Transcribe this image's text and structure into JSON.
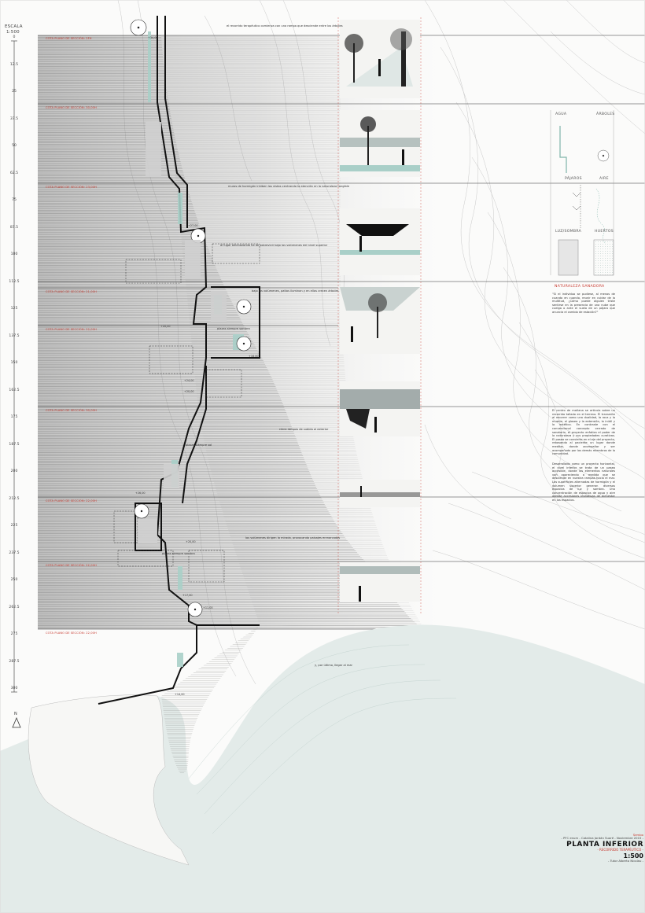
{
  "scale_bar": {
    "label_line1": "ESCALA",
    "label_line2": "1:500",
    "ticks": [
      "0",
      "12.5",
      "25",
      "37.5",
      "50",
      "62.5",
      "75",
      "87.5",
      "100",
      "112.5",
      "125",
      "137.5",
      "150",
      "162.5",
      "175",
      "187.5",
      "200",
      "212.5",
      "225",
      "237.5",
      "250",
      "262.5",
      "275",
      "287.5",
      "300"
    ]
  },
  "north_label": "N",
  "section_cotas": [
    "COTA PLANO DE SECCIÓN: 2FH",
    "COTA PLANO DE SECCIÓN: 30,00H",
    "COTA PLANO DE SECCIÓN: 23,00H",
    "COTA PLANO DE SECCIÓN: 21,00H",
    "COTA PLANO DE SECCIÓN: 22,00H",
    "COTA PLANO DE SECCIÓN: 30,00H",
    "COTA PLANO DE SECCIÓN: 22,00H",
    "COTA PLANO DE SECCIÓN: 22,00H",
    "COTA PLANO DE SECCIÓN: 22,00H"
  ],
  "annotations": [
    "el recorrido terapéutico comienza con una rampa que desciende entre los árboles",
    "muros de hormigón inhiben las vistas centrando la atención en la naturaleza tangible",
    "al lugar amenazando ha de sobrevivir bajo los volúmenes del nivel superior",
    "bajo los volúmenes, patios iluminan y en ellos crecen árboles",
    "plazas siempre sombra",
    "cinco rampas de subida al exterior",
    "plazas siempre sol",
    "los volúmenes dirigen la mirada, provocando paisajes enmarcados",
    "plazas siempre sombra",
    "y, por último, llegar al mar"
  ],
  "levels": [
    "+34,00",
    "+27,00",
    "+20,00",
    "+16,00",
    "+24,00",
    "+20,00",
    "+26,00",
    "+20,00",
    "+17,00",
    "+11,00",
    "+14,00"
  ],
  "legend": {
    "items": [
      "AGUA",
      "ÁRBOLES",
      "PÁJAROS",
      "AIRE",
      "LUZ/SOMBRA",
      "HUERTOS"
    ]
  },
  "concept": {
    "heading": "NATURALEZA SANADORA",
    "text": "\"Si el individuo se pudiese, al menos de cuando en cuando, reunir en cuidar de la multitud, ¿Cómo puede alguien triste sentirse en la presencia de una nube que cuelga o ante el vuelo de un pájaro que anuncia el cambio de estación?\"",
    "body_1": "El centro de mañana se articula sobre un recorrido tallado en el terreno. Él transmite al recorrer como una dualidad, la roca y la muerte, el glaseo y la extensión, lo inútil y lo estético. En contraste con el convencional concepto cerrado de sanatorio, el proyecto enfatiza el poder de la naturaleza y sus propiedades curativas. El paseo se convierte en el eje del proyecto, rebosando al paciente un lugar donde meditar, donde acompañar y ser acompañado por las demás miembros de la comunidad.",
    "body_2": "Desarrollado como un proyecto horizontal, el nivel inferior se trata de un paseo accesible, donde los elementos naturales van apareciendo a medida que se desciende en nuestra rampas hacia el mar. Las superficies alternadas de hormigón y el volumen superior generan diversos espacios de luz y sombra. Una concentración de espacios de agua y aire admite accesiones levitativas de bienestar en los espacios."
  },
  "title_block": {
    "line1": "Sembo",
    "line2": "- PFC enum - Catalina Jordán Suaré - Noviembre 2015 -",
    "line3": "- RECORRIDO TERAPÉUTICO -",
    "title": "PLANTA INFERIOR",
    "scale": "1:500",
    "tutor": "- Tutor Alberto Nicolau -"
  },
  "colors": {
    "accent_red": "#c8392f",
    "teal": "#a9cfc8",
    "sea": "#e3ebe9"
  }
}
